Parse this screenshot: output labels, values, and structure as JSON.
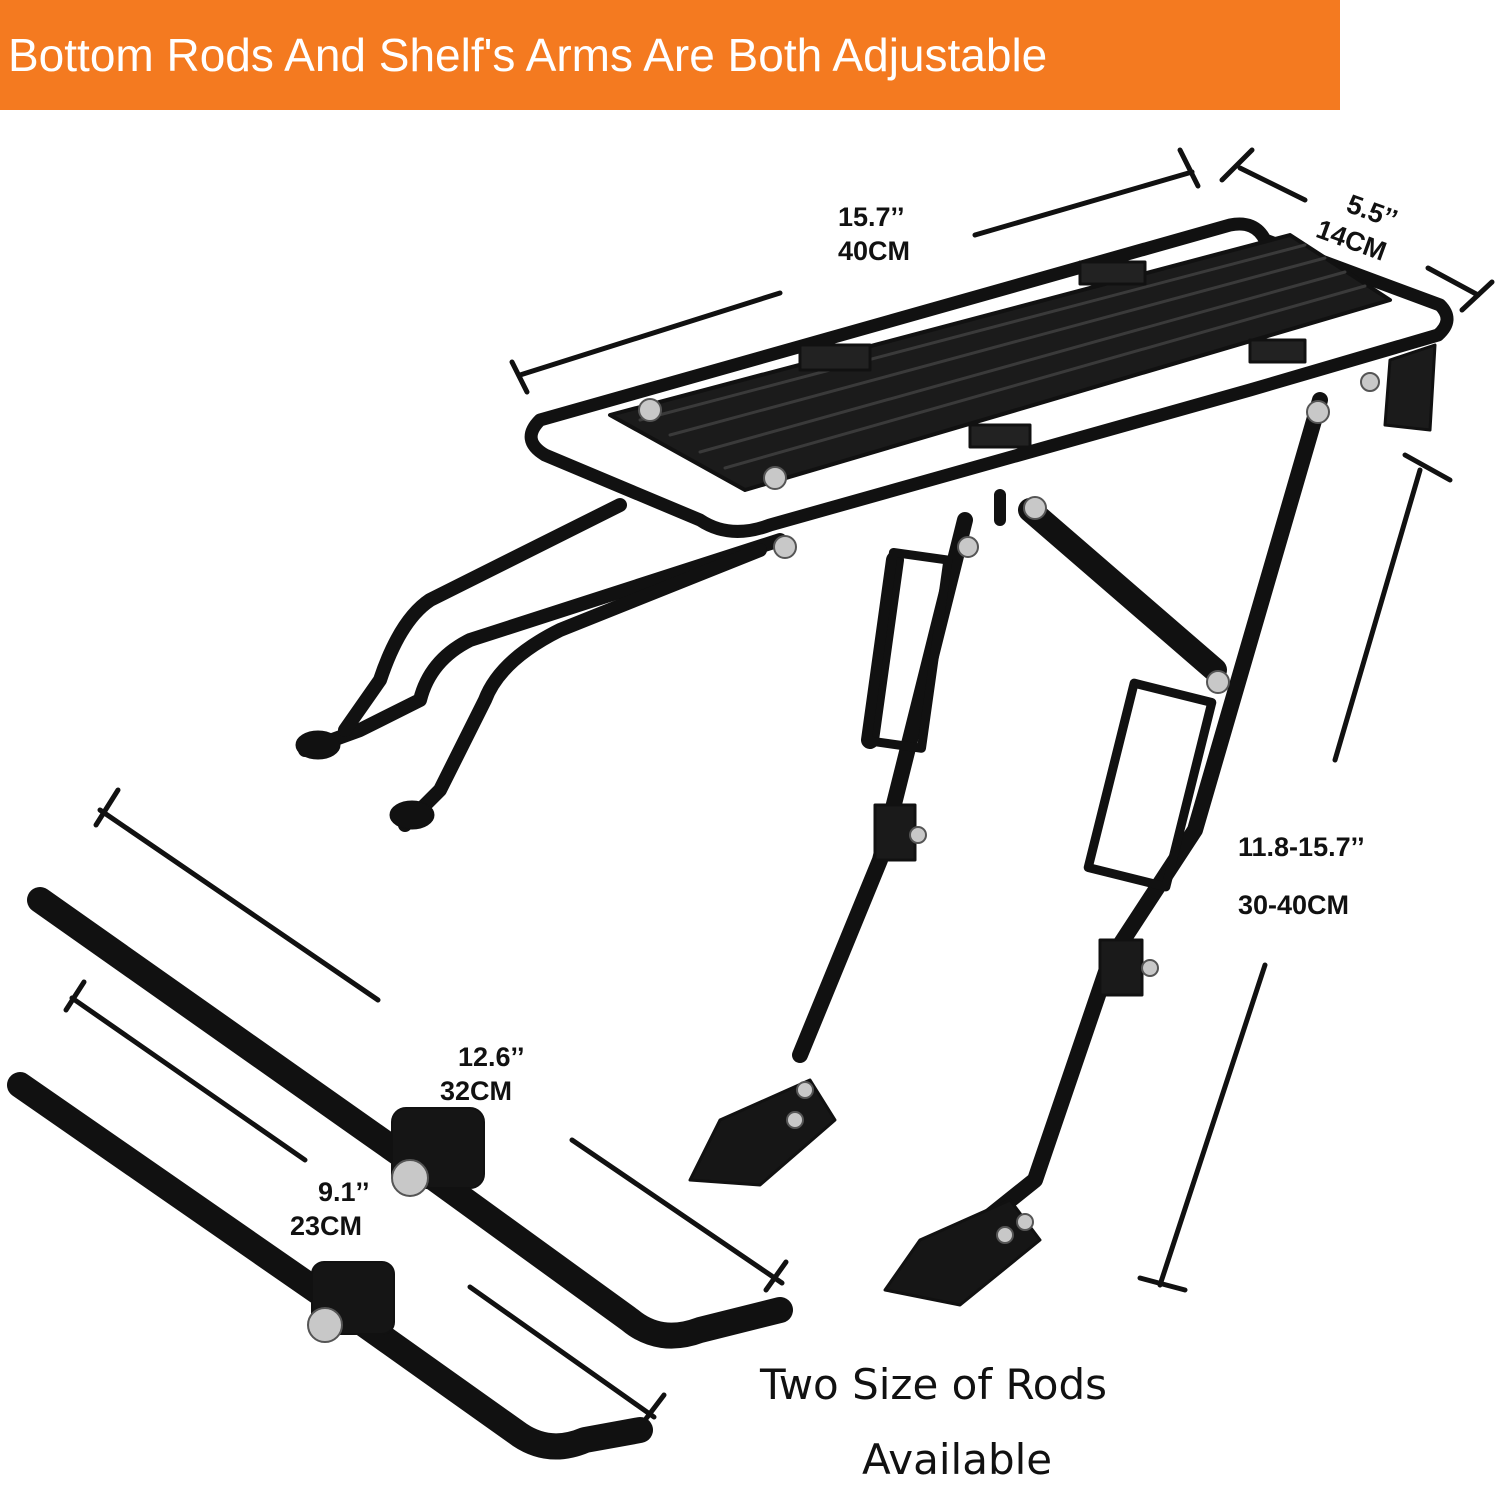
{
  "banner": {
    "text": "Bottom Rods And Shelf's Arms Are Both Adjustable",
    "color": "#f47a20"
  },
  "dimensions": {
    "length": {
      "imperial": "15.7’’",
      "metric": "40CM"
    },
    "width": {
      "imperial": "5.5’’",
      "metric": "14CM"
    },
    "height": {
      "imperial": "11.8-15.7’’",
      "metric": "30-40CM"
    },
    "long_rod": {
      "imperial": "12.6’’",
      "metric": "32CM"
    },
    "short_rod": {
      "imperial": "9.1’’",
      "metric": "23CM"
    }
  },
  "caption": {
    "line1": "Two Size of Rods",
    "line2": "Available"
  },
  "colors": {
    "frame": "#111111",
    "bolt": "#c8c8c8",
    "background": "#ffffff"
  }
}
